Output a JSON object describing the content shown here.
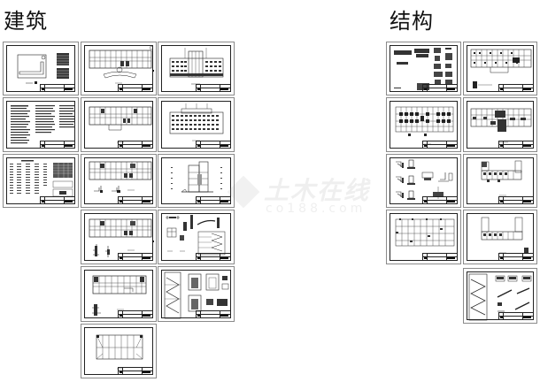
{
  "groups": [
    {
      "title": "建筑",
      "sheets": [
        {
          "kind": "site-plan-index",
          "caption": ""
        },
        {
          "kind": "floor-plan-ground",
          "caption": ""
        },
        {
          "kind": "front-elevation",
          "caption": ""
        },
        {
          "kind": "design-notes",
          "caption": ""
        },
        {
          "kind": "floor-plan-upper",
          "caption": ""
        },
        {
          "kind": "rear-elevation",
          "caption": ""
        },
        {
          "kind": "door-window-schedule",
          "caption": ""
        },
        {
          "kind": "floor-plan-with-details",
          "caption": ""
        },
        {
          "kind": "section",
          "caption": ""
        },
        {
          "kind": "floor-plan-typical",
          "caption": ""
        },
        {
          "kind": "node-details-stair",
          "caption": ""
        },
        {
          "kind": "floor-plan-top",
          "caption": ""
        },
        {
          "kind": "stair-section-details",
          "caption": ""
        },
        {
          "kind": "roof-plan",
          "caption": ""
        }
      ]
    },
    {
      "title": "结构",
      "sheets": [
        {
          "kind": "structural-notes",
          "caption": ""
        },
        {
          "kind": "foundation-plan",
          "caption": ""
        },
        {
          "kind": "column-layout",
          "caption": ""
        },
        {
          "kind": "beam-reinforcement",
          "caption": ""
        },
        {
          "kind": "foundation-details",
          "caption": ""
        },
        {
          "kind": "slab-plan-small",
          "caption": ""
        },
        {
          "kind": "beam-plan-grid",
          "caption": ""
        },
        {
          "kind": "slab-plan-roof",
          "caption": ""
        },
        {
          "kind": "stair-structure",
          "caption": ""
        }
      ]
    }
  ],
  "watermark": {
    "text": "土木在线",
    "subtext": "co188.com"
  }
}
